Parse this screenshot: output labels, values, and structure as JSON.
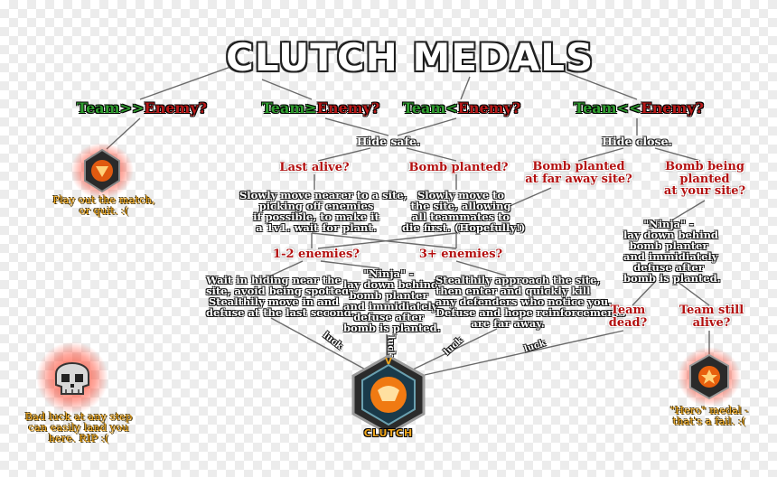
{
  "title": "CLUTCH MEDALS",
  "branches": [
    {
      "left": "Team>>",
      "right": "Enemy?"
    },
    {
      "left": "Team≥",
      "right": "Enemy?"
    },
    {
      "left": "Team<",
      "right": "Enemy?"
    },
    {
      "left": "Team<<",
      "right": "Enemy?"
    }
  ],
  "hide_safe": "Hide safe.",
  "hide_close": "Hide close.",
  "last_alive": "Last alive?",
  "bomb_planted": "Bomb planted?",
  "bomb_planted_far": [
    "Bomb planted",
    "at far away site?"
  ],
  "bomb_being_planted": [
    "Bomb being",
    "planted",
    "at your site?"
  ],
  "play_out": [
    "Play out the match,",
    "or quit. :("
  ],
  "slowly_nearer": [
    "Slowly move nearer to a site,",
    "picking off enemies",
    "if possible, to make it",
    "a 1v1. wait for plant."
  ],
  "slowly_to_site": [
    "Slowly move to",
    "the site, allowing",
    "all teammates to",
    "die first. (Hopefully!)"
  ],
  "one_two_enemies": "1-2 enemies?",
  "three_plus_enemies": "3+ enemies?",
  "wait_hiding": [
    "Wait in hiding near the",
    "site, avoid being spotted.",
    "Stealthily move in and",
    "defuse at the last second."
  ],
  "ninja_center": [
    "\"Ninja\" -",
    "lay down behind",
    "bomb planter",
    "and immidiately",
    "defuse after",
    "bomb is planted."
  ],
  "stealth_approach": [
    "Stealthily approach the site,",
    "then  enter and quickly kill",
    "any defenders who notice you.",
    "Defuse and hope reinforcements",
    "are far away."
  ],
  "ninja_right": [
    "\"Ninja\" -",
    "lay down behind",
    "bomb planter",
    "and immidiately",
    "defuse after",
    "bomb is planted."
  ],
  "team_dead": [
    "Team",
    "dead?"
  ],
  "team_still_alive": [
    "Team still",
    "alive?"
  ],
  "bad_luck": [
    "Bad luck at any step",
    "can easily land you",
    "here. RIP :("
  ],
  "hero_medal": [
    "\"Hero\" medal -",
    "that's a fail. :("
  ],
  "luck_labels": [
    "luck",
    "luck",
    "luck",
    "luck"
  ],
  "clutch_badge": "CLUTCH",
  "colors": {
    "green": "#2f9e2f",
    "red": "#b81818",
    "yellow": "#f2a81d",
    "glow": "#ff2a10",
    "orange": "#f07a12"
  },
  "icons": [
    "rank-medal-icon",
    "skull-icon",
    "clutch-medal-icon",
    "hero-medal-icon"
  ]
}
